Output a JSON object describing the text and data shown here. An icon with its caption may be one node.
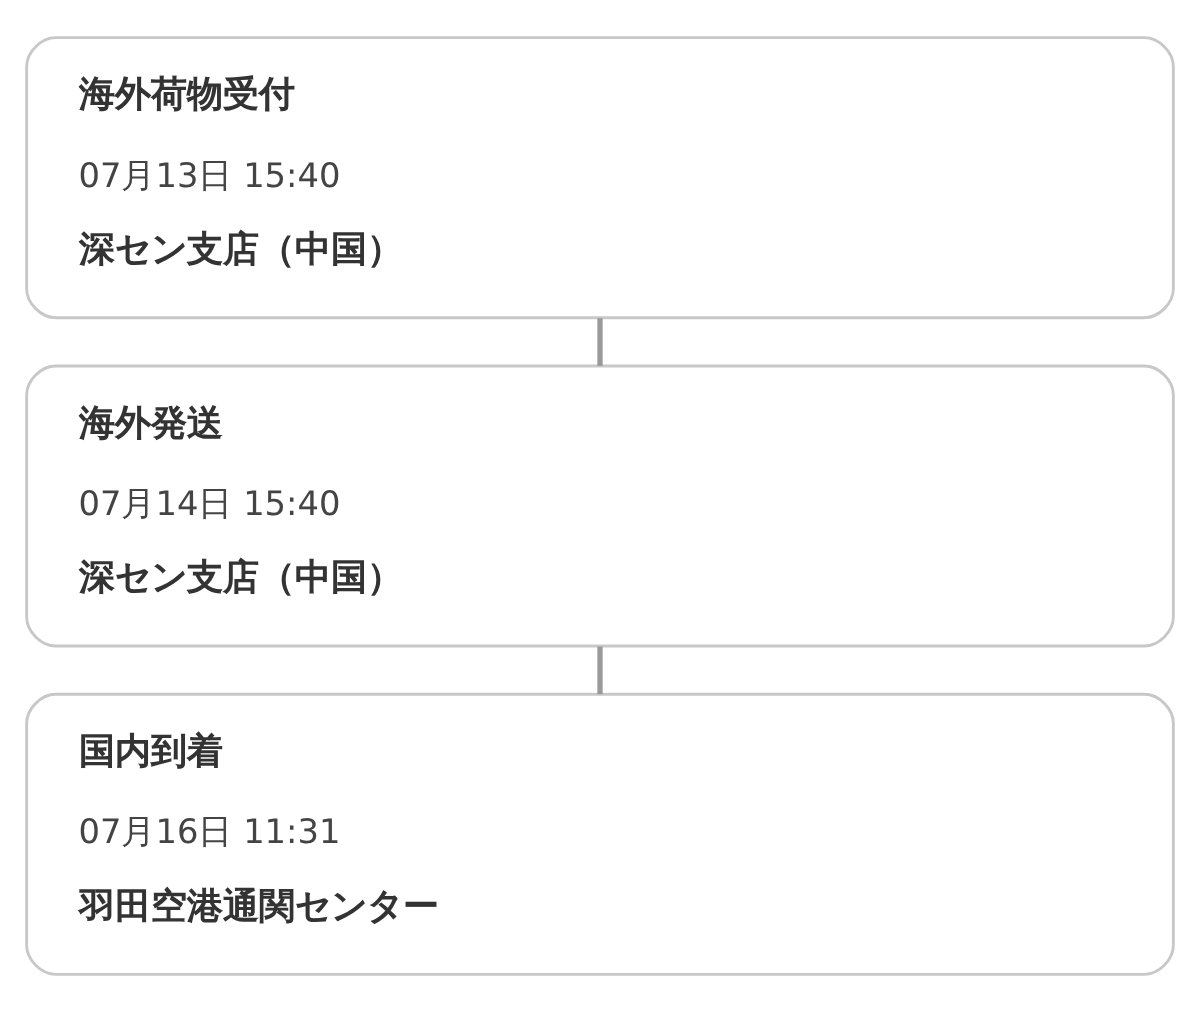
{
  "diagram": {
    "nodes": [
      {
        "text": [
          "海外荷物受付",
          "07月13日 15:40",
          "深セン支店（中国）"
        ]
      },
      {
        "text": [
          "海外発送",
          "07月14日 15:40",
          "深セン支店（中国）"
        ]
      },
      {
        "text": [
          "国内到着",
          "07月16日 11:31",
          "羽田空港通関センター"
        ]
      }
    ],
    "edges": [
      {
        "from": 0,
        "to": 1,
        "arrow": "none"
      },
      {
        "from": 1,
        "to": 2,
        "arrow": "none"
      }
    ]
  }
}
